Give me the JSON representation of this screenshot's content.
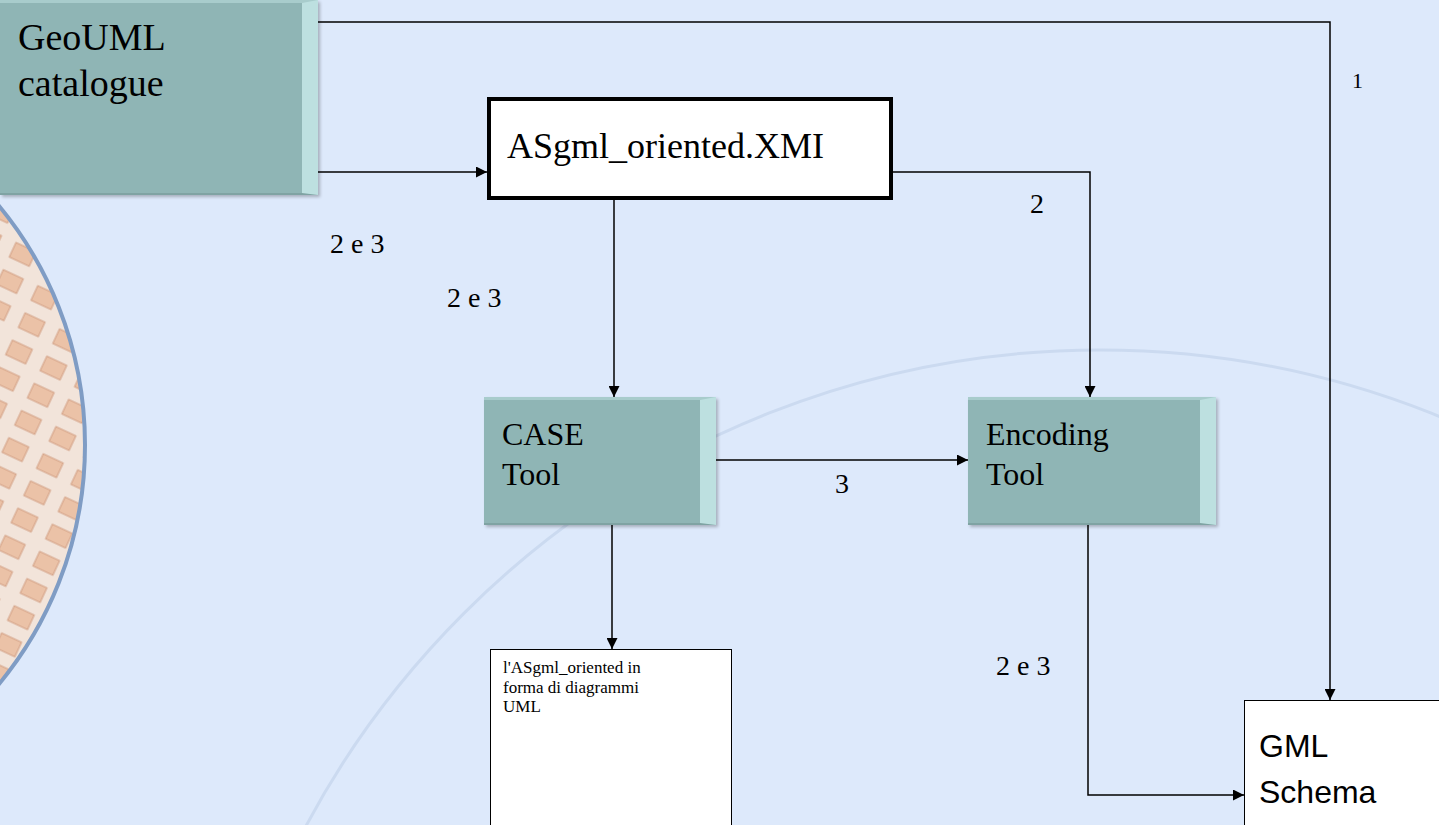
{
  "diagram": {
    "nodes": [
      {
        "text": [
          "GeoUML catalogue"
        ]
      },
      {
        "text": [
          "ASgml_oriented.XMI"
        ]
      },
      {
        "text": [
          "CASE Tool"
        ]
      },
      {
        "text": [
          "Encoding Tool"
        ]
      },
      {
        "text": [
          "l'ASgml_oriented in forma di diagrammi UML"
        ]
      },
      {
        "text": [
          "GML Schema"
        ]
      }
    ],
    "edges": [
      {
        "from": 0,
        "to": 5,
        "label": "1",
        "arrow": "to"
      },
      {
        "from": 0,
        "to": 1,
        "label": "2 e 3",
        "arrow": "to"
      },
      {
        "from": 1,
        "to": 2,
        "label": "2 e 3",
        "arrow": "to"
      },
      {
        "from": 1,
        "to": 3,
        "label": "2",
        "arrow": "to"
      },
      {
        "from": 2,
        "to": 3,
        "label": "3",
        "arrow": "to"
      },
      {
        "from": 2,
        "to": 4,
        "arrow": "to"
      },
      {
        "from": 3,
        "to": 5,
        "label": "2 e 3",
        "arrow": "to"
      }
    ]
  }
}
